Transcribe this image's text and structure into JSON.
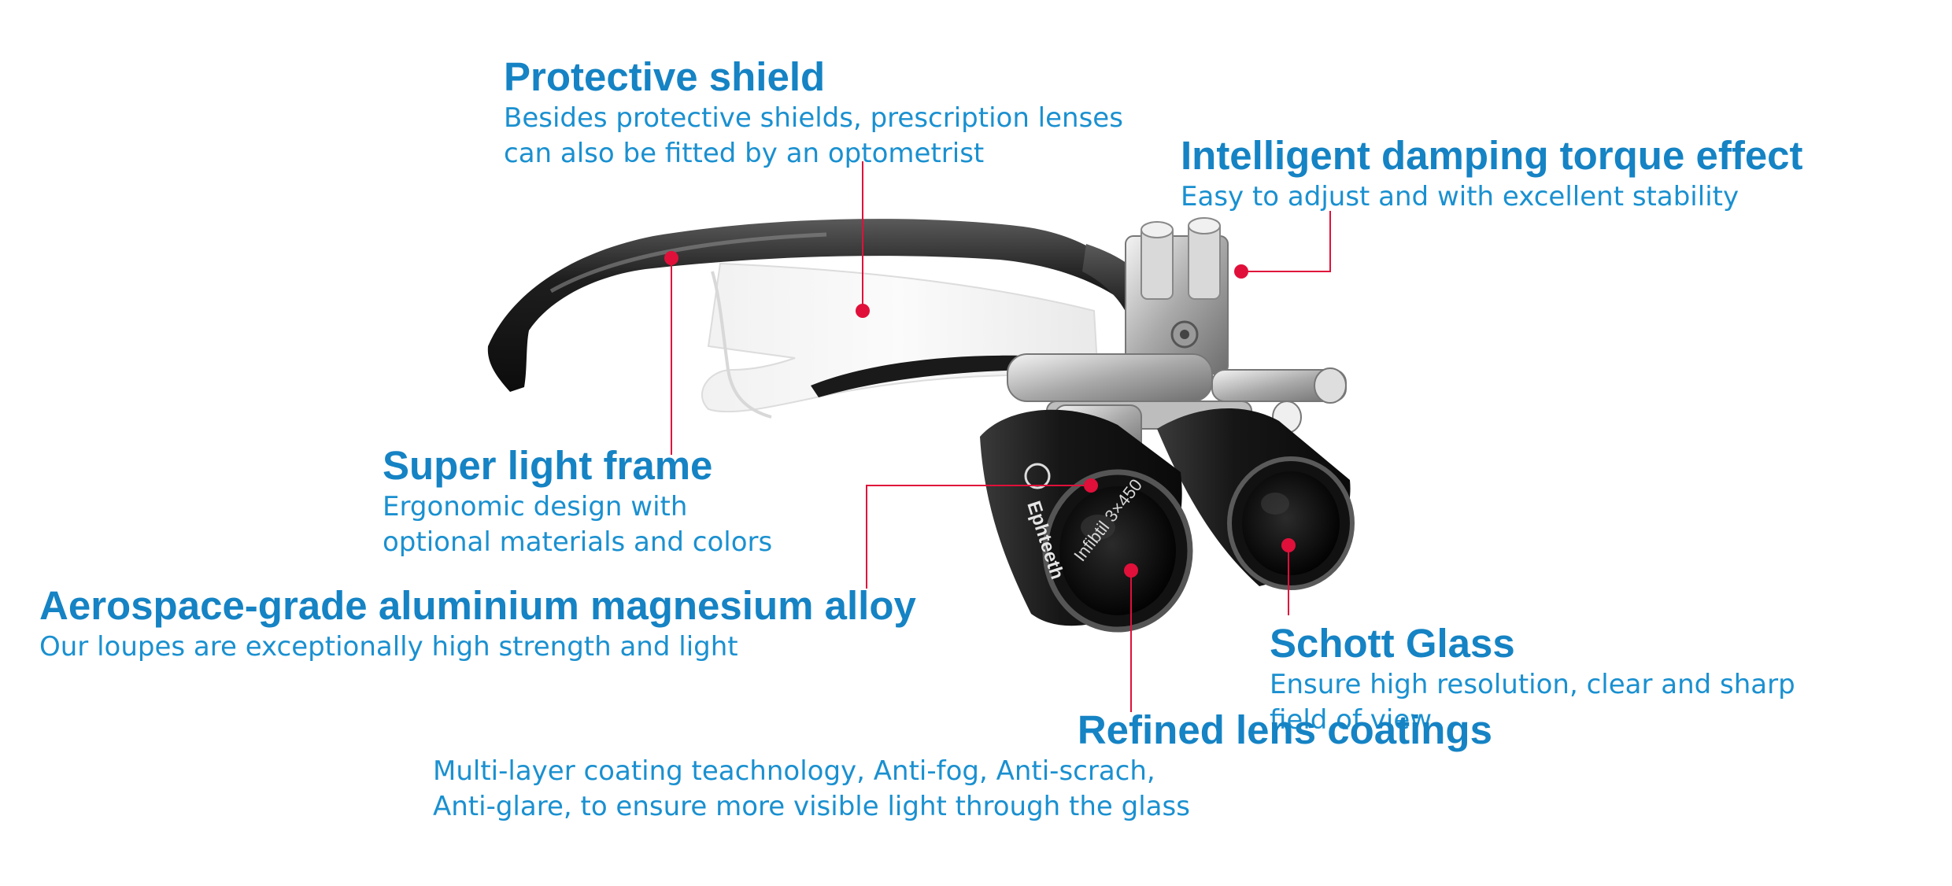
{
  "features": {
    "protective_shield": {
      "title": "Protective shield",
      "lines": [
        "Besides protective shields, prescription lenses",
        "can also be fitted by an optometrist"
      ]
    },
    "damping_torque": {
      "title": "Intelligent damping torque effect",
      "lines": [
        "Easy to adjust and with excellent stability"
      ]
    },
    "light_frame": {
      "title": "Super light frame",
      "lines": [
        "Ergonomic design with",
        "optional materials and colors"
      ]
    },
    "alloy": {
      "title": "Aerospace-grade aluminium magnesium alloy",
      "lines": [
        "Our loupes are exceptionally high strength and light"
      ]
    },
    "schott_glass": {
      "title": "Schott Glass",
      "lines": [
        "Ensure high resolution, clear and sharp",
        "field of view"
      ]
    },
    "lens_coatings": {
      "title": "Refined lens coatings",
      "lines": [
        "Multi-layer coating teachnology, Anti-fog, Anti-scrach,",
        "Anti-glare, to ensure more visible light through the glass"
      ]
    }
  },
  "product": {
    "brand_label": "Ephteeth",
    "model_label": "Infibtil 3×450"
  },
  "colors": {
    "accent_text": "#1a8fcf",
    "leader_line": "#e0103a",
    "frame": "#1b1b1b",
    "metal": "#c8c8c8"
  }
}
